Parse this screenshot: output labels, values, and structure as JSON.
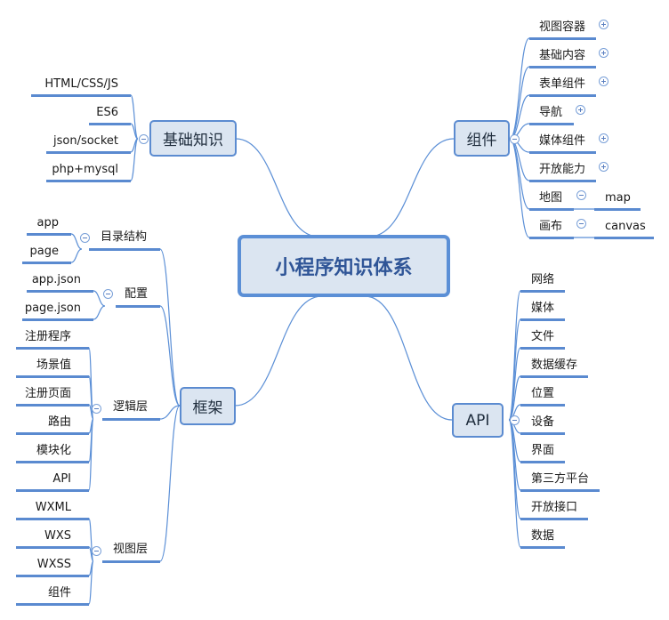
{
  "center": {
    "label": "小程序知识体系"
  },
  "colors": {
    "line": "#5b8fd6",
    "box_fill": "#dbe5f1",
    "center_text": "#2f5597"
  },
  "basics": {
    "label": "基础知识",
    "items": [
      "HTML/CSS/JS",
      "ES6",
      "json/socket",
      "php+mysql"
    ]
  },
  "components": {
    "label": "组件",
    "items": [
      {
        "label": "视图容器",
        "toggle": "expand"
      },
      {
        "label": "基础内容",
        "toggle": "expand"
      },
      {
        "label": "表单组件",
        "toggle": "expand"
      },
      {
        "label": "导航",
        "toggle": "expand"
      },
      {
        "label": "媒体组件",
        "toggle": "expand"
      },
      {
        "label": "开放能力",
        "toggle": "expand"
      },
      {
        "label": "地图",
        "toggle": "collapse",
        "child": "map"
      },
      {
        "label": "画布",
        "toggle": "collapse",
        "child": "canvas"
      }
    ]
  },
  "api": {
    "label": "API",
    "items": [
      "网络",
      "媒体",
      "文件",
      "数据缓存",
      "位置",
      "设备",
      "界面",
      "第三方平台",
      "开放接口",
      "数据"
    ]
  },
  "framework": {
    "label": "框架",
    "groups": [
      {
        "label": "目录结构",
        "items": [
          "app",
          "page"
        ]
      },
      {
        "label": "配置",
        "items": [
          "app.json",
          "page.json"
        ]
      },
      {
        "label": "逻辑层",
        "items": [
          "注册程序",
          "场景值",
          "注册页面",
          "路由",
          "模块化",
          "API"
        ]
      },
      {
        "label": "视图层",
        "items": [
          "WXML",
          "WXS",
          "WXSS",
          "组件"
        ]
      }
    ]
  }
}
